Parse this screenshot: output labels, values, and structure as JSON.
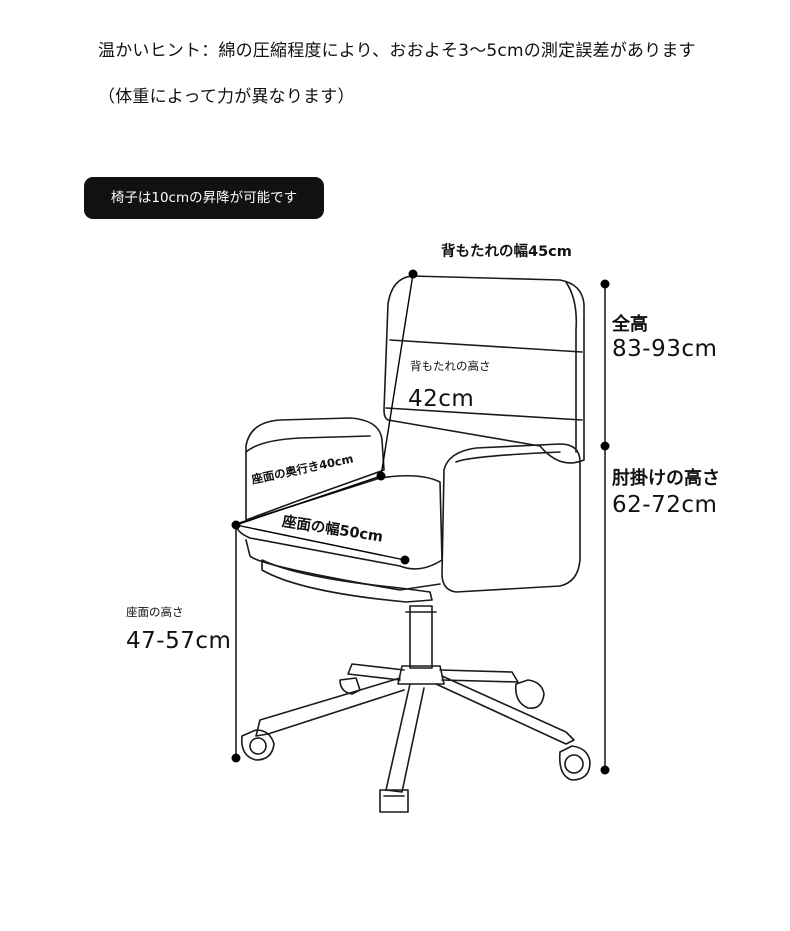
{
  "notes": {
    "line1": "温かいヒント：綿の圧縮程度により、おおよそ3〜5cmの測定誤差があります",
    "line2": "（体重によって力が異なります）"
  },
  "badge": "椅子は10cmの昇降が可能です",
  "dimensions": {
    "backrest_width": "背もたれの幅45cm",
    "backrest_height_label": "背もたれの高さ",
    "backrest_height_value": "42cm",
    "seat_depth": "座面の奥行き40cm",
    "seat_width": "座面の幅50cm",
    "seat_height_label": "座面の高さ",
    "seat_height_value": "47-57cm",
    "total_height_label": "全高",
    "total_height_value": "83-93cm",
    "armrest_height_label": "肘掛けの高さ",
    "armrest_height_value": "62-72cm"
  }
}
